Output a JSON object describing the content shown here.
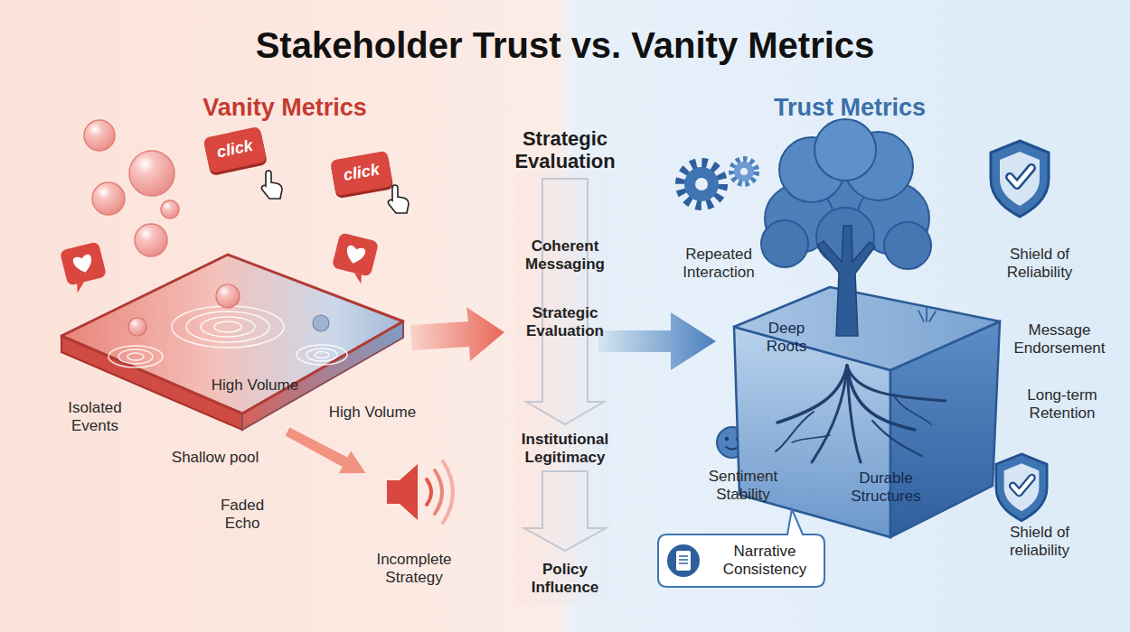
{
  "diagram": {
    "title": "Stakeholder Trust vs. Vanity Metrics",
    "nodes": [
      {
        "text": [
          "click"
        ]
      },
      {
        "text": [
          "click"
        ]
      },
      {
        "text": [
          "High Volume"
        ]
      },
      {
        "text": [
          "Deep Roots",
          "Durable Structures"
        ]
      },
      {
        "text": [
          "Narrative Consistency"
        ]
      }
    ],
    "labels": [
      "Vanity Metrics",
      "Trust Metrics",
      "Strategic Evaluation",
      "Coherent Messaging",
      "Strategic Evaluation",
      "Institutional Legitimacy",
      "Policy Influence",
      "Isolated Events",
      "High Volume",
      "Shallow pool",
      "Faded Echo",
      "Incomplete Strategy",
      "Repeated Interaction",
      "Shield of Reliability",
      "Message Endorsement",
      "Long-term Retention",
      "Sentiment Stability",
      "Shield of reliability"
    ]
  }
}
